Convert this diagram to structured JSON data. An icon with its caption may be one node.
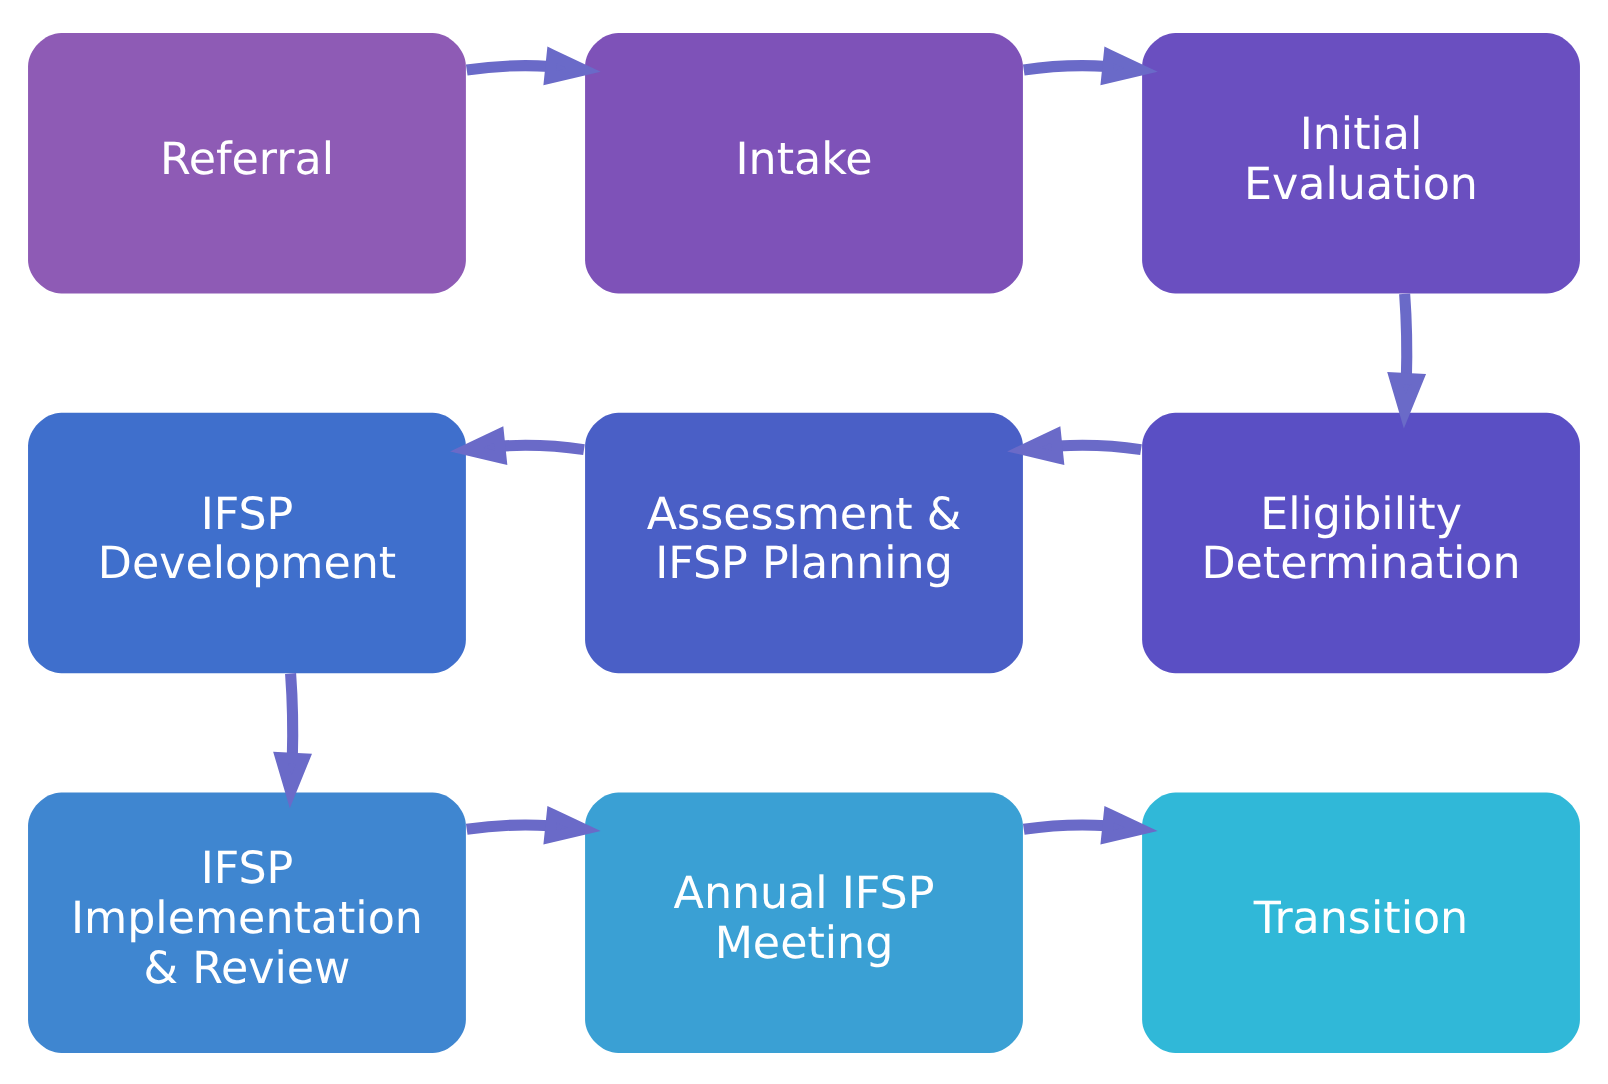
{
  "diagram": {
    "nodes": [
      {
        "text": [
          "Referral"
        ]
      },
      {
        "text": [
          "Intake"
        ]
      },
      {
        "text": [
          "Initial Evaluation"
        ]
      },
      {
        "text": [
          "IFSP Development"
        ]
      },
      {
        "text": [
          "Assessment & IFSP Planning"
        ]
      },
      {
        "text": [
          "Eligibility Determination"
        ]
      },
      {
        "text": [
          "IFSP Implementation & Review"
        ]
      },
      {
        "text": [
          "Annual IFSP Meeting"
        ]
      },
      {
        "text": [
          "Transition"
        ]
      }
    ],
    "edges": [
      {
        "from": 0,
        "to": 1,
        "arrow": "to"
      },
      {
        "from": 1,
        "to": 2,
        "arrow": "to"
      },
      {
        "from": 2,
        "to": 5,
        "arrow": "to"
      },
      {
        "from": 5,
        "to": 4,
        "arrow": "to"
      },
      {
        "from": 4,
        "to": 3,
        "arrow": "to"
      },
      {
        "from": 3,
        "to": 6,
        "arrow": "to"
      },
      {
        "from": 6,
        "to": 7,
        "arrow": "to"
      },
      {
        "from": 7,
        "to": 8,
        "arrow": "to"
      }
    ]
  }
}
